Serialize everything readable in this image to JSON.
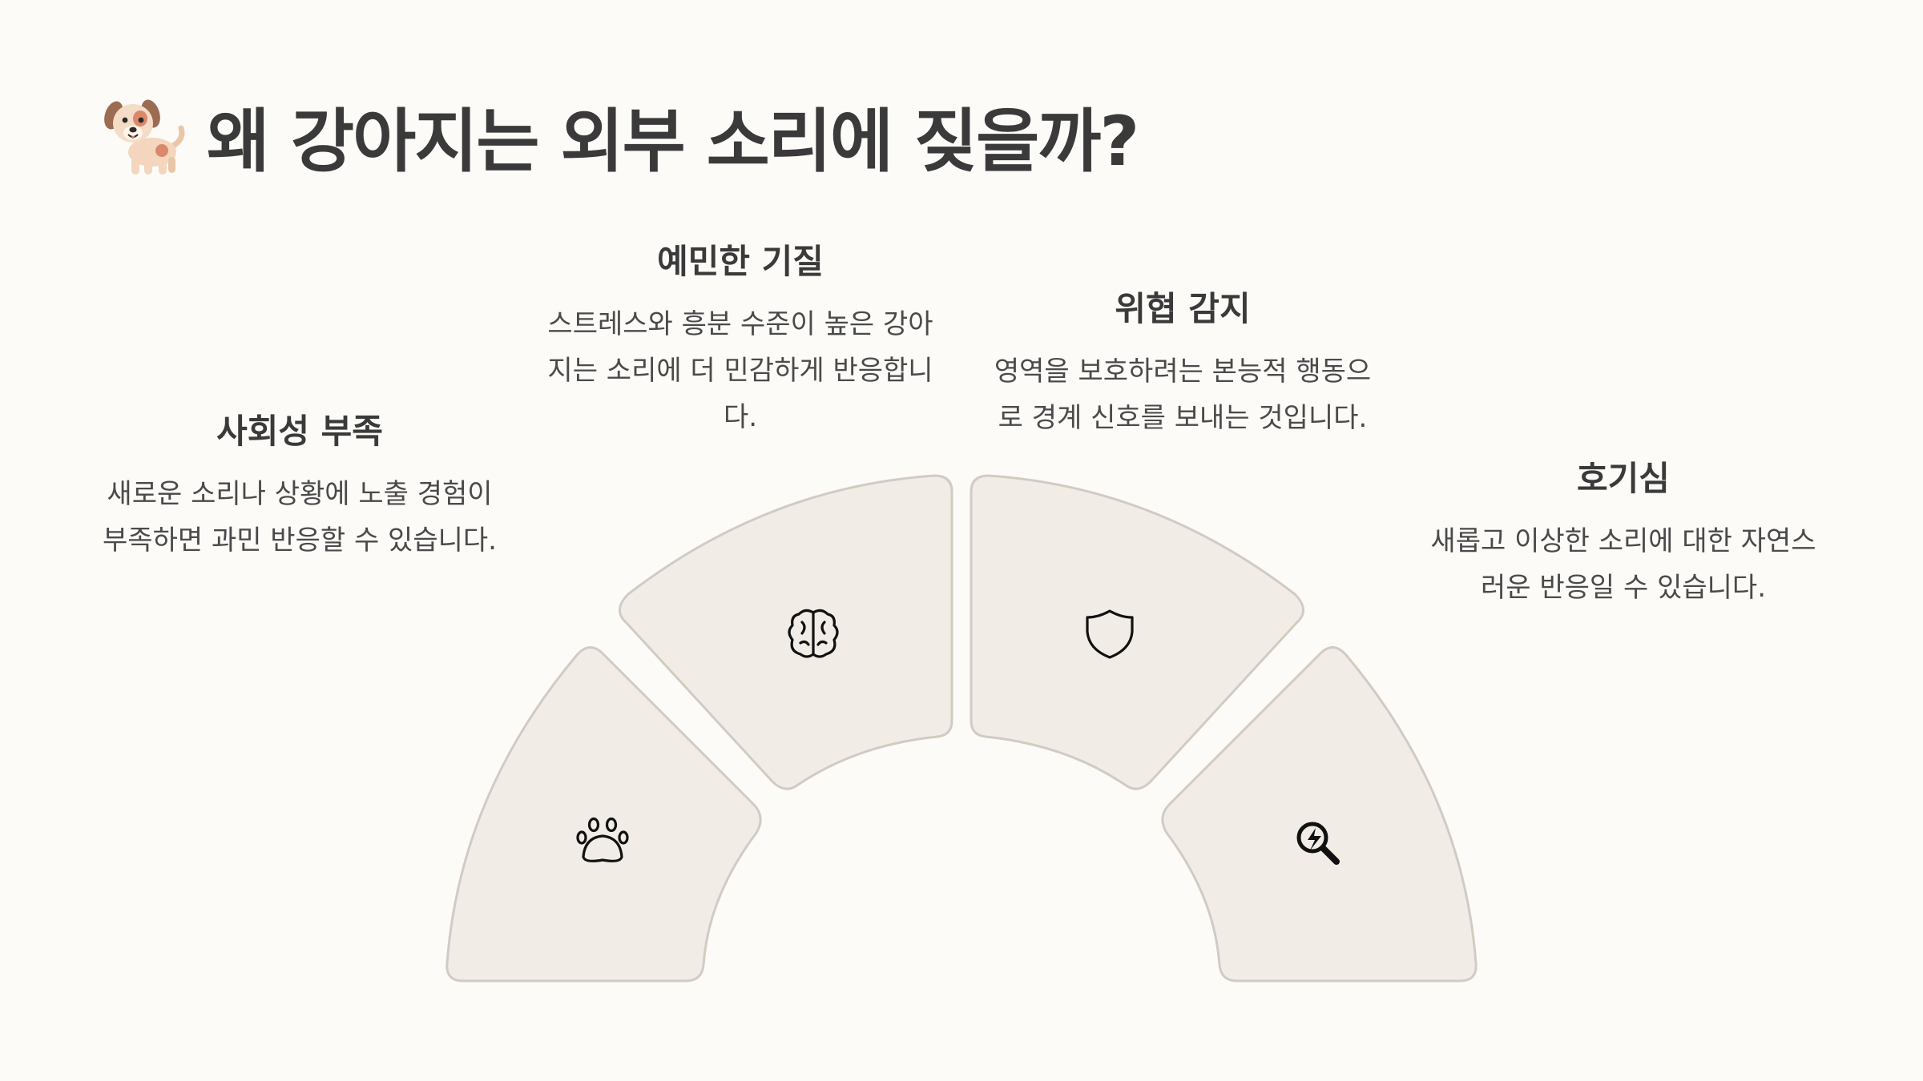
{
  "title": {
    "emoji_icon": "dog-icon",
    "text": "왜 강아지는 외부 소리에 짖을까?"
  },
  "segments": [
    {
      "icon": "paw-icon",
      "title": "사회성 부족",
      "description": "새로운 소리나 상황에 노출 경험이 부족하면 과민 반응할 수 있습니다."
    },
    {
      "icon": "brain-icon",
      "title": "예민한 기질",
      "description": "스트레스와 흥분 수준이 높은 강아지는 소리에 더 민감하게 반응합니다."
    },
    {
      "icon": "shield-icon",
      "title": "위협 감지",
      "description": "영역을 보호하려는 본능적 행동으로 경계 신호를 보내는 것입니다."
    },
    {
      "icon": "curiosity-search-icon",
      "title": "호기심",
      "description": "새롭고 이상한 소리에 대한 자연스러운 반응일 수 있습니다."
    }
  ],
  "colors": {
    "background": "#fcfbf8",
    "segment_fill": "#f1ede6",
    "segment_stroke": "#d2cbc1",
    "text": "#3a3a3a"
  }
}
